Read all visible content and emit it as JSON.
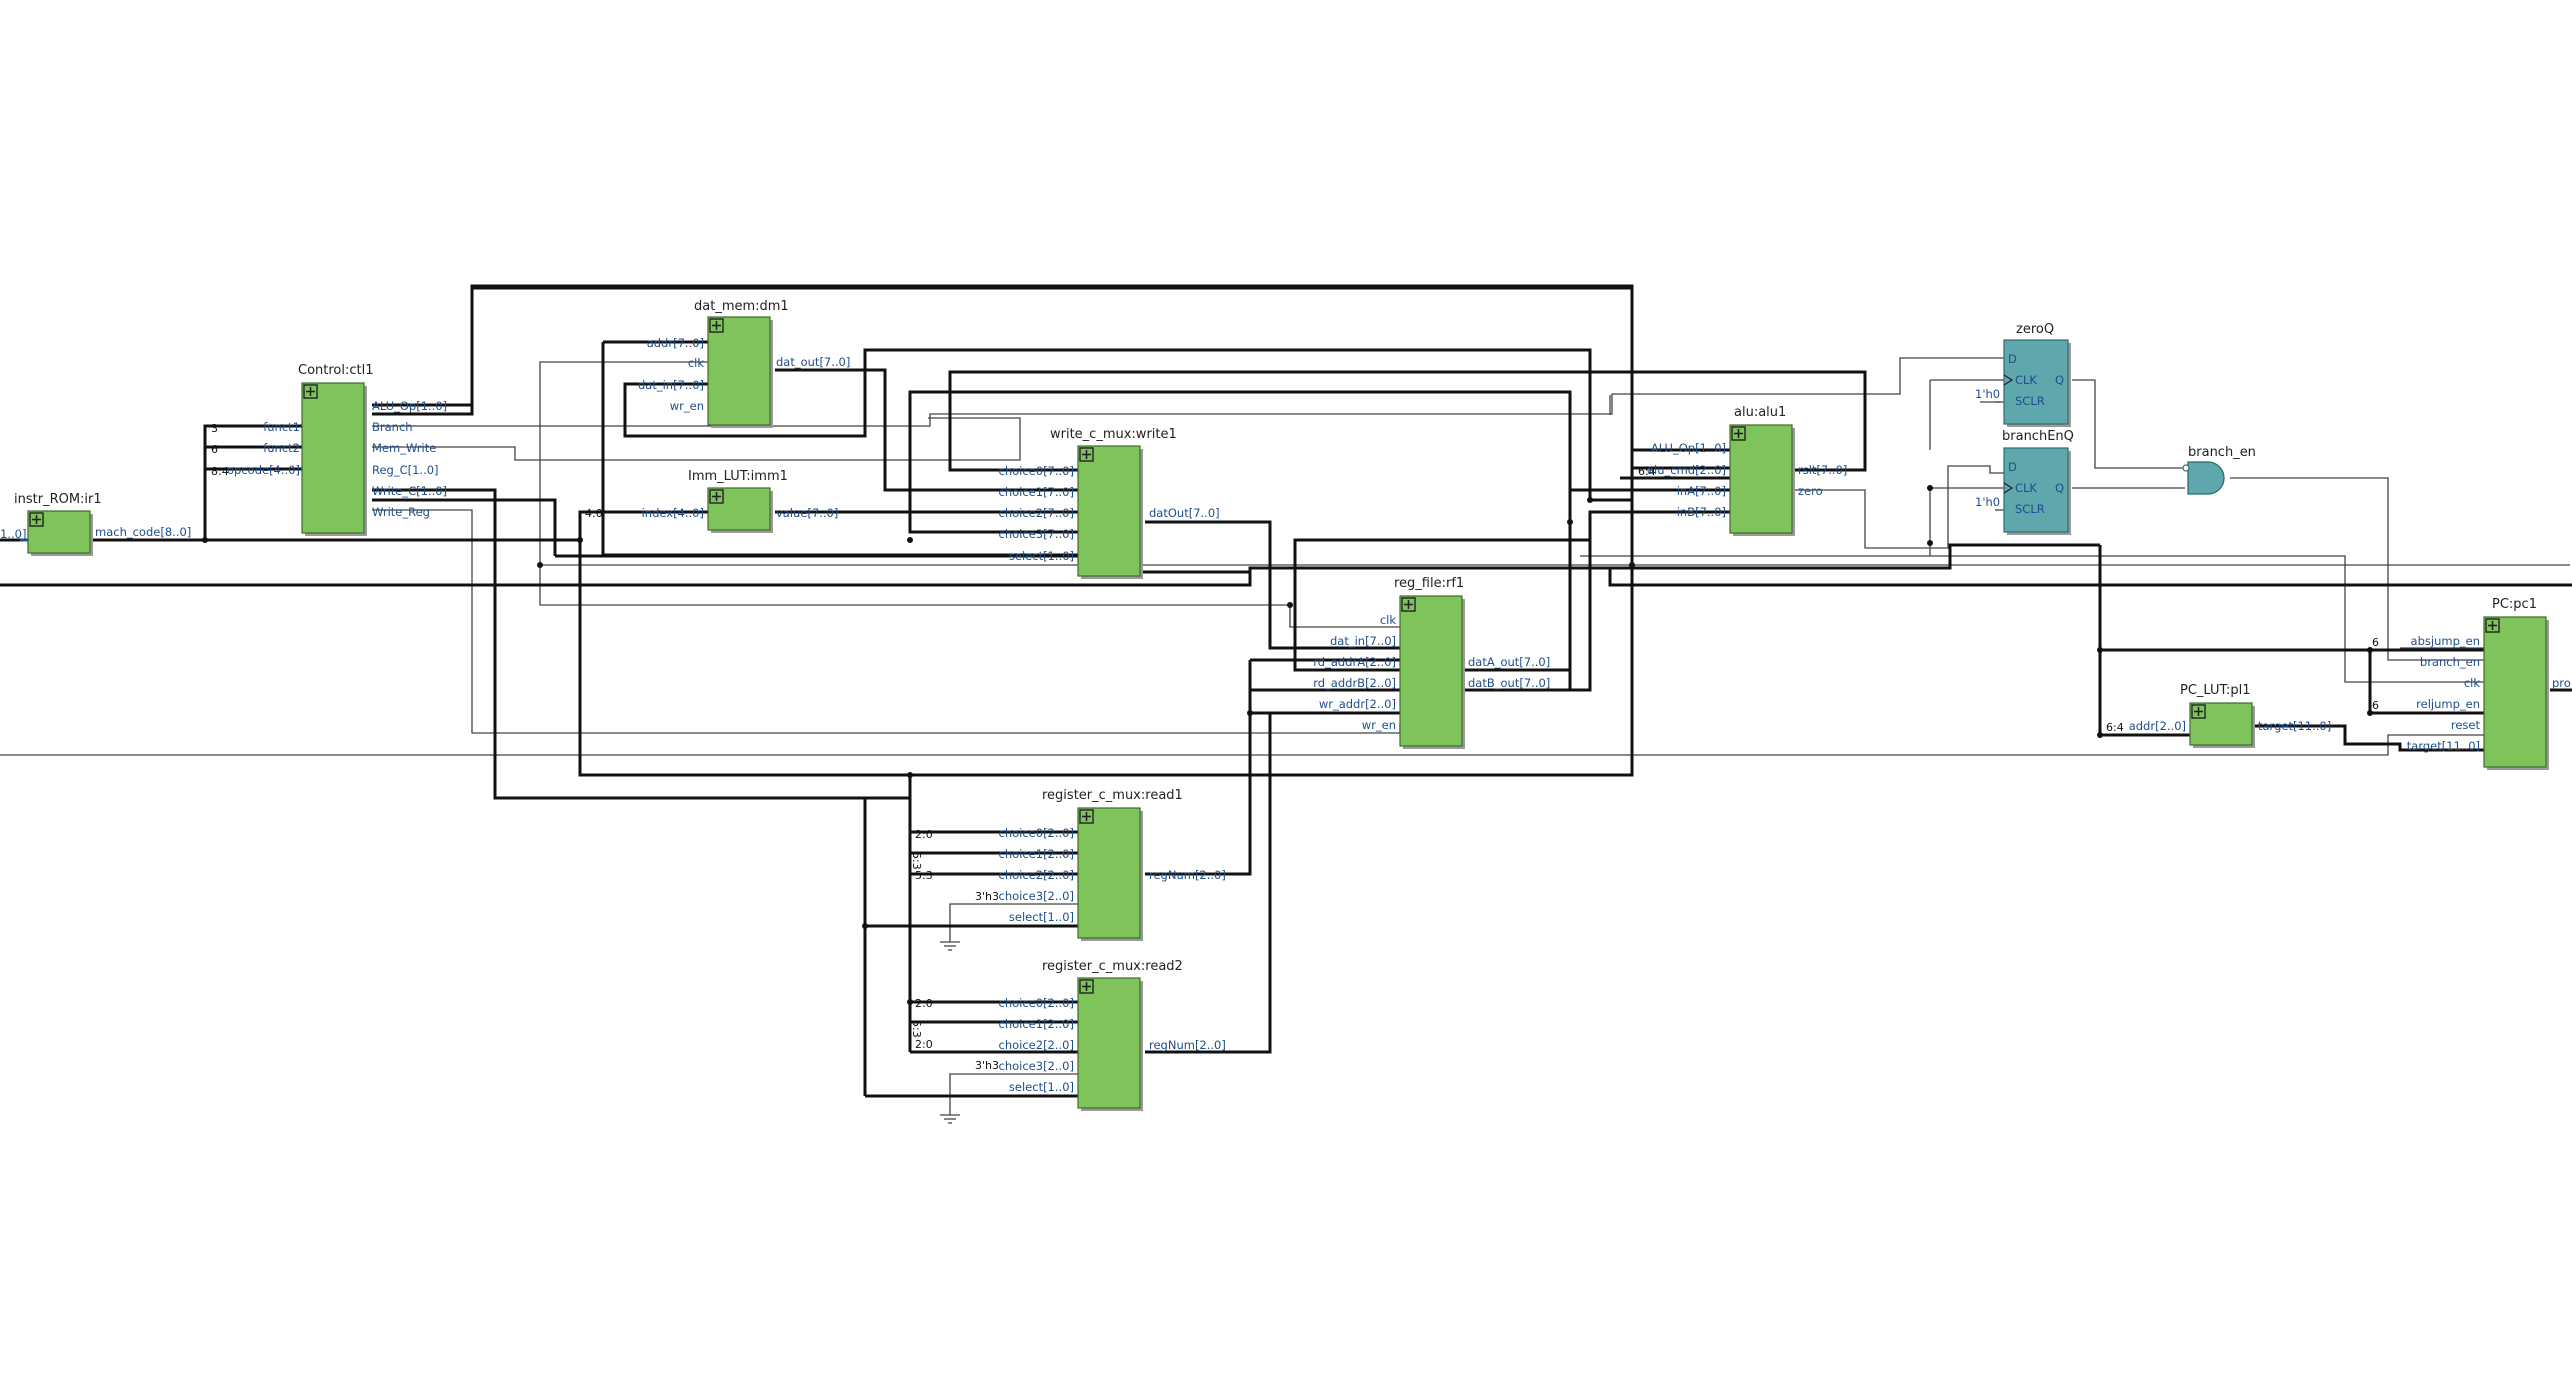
{
  "modules": {
    "ir1": {
      "title": "instr_ROM:ir1",
      "ports": {
        "in_partial": "1..0]",
        "mach_code": "mach_code[8..0]"
      }
    },
    "ctl1": {
      "title": "Control:ctl1",
      "ports": {
        "funct1": "funct1",
        "funct2": "funct2",
        "opcode": "opcode[4..0]",
        "alu_op": "ALU_Op[1..0]",
        "branch": "Branch",
        "mem_write": "Mem_Write",
        "reg_c": "Reg_C[1..0]",
        "write_c": "Write_C[1..0]",
        "write_reg": "Write_Reg"
      }
    },
    "dm1": {
      "title": "dat_mem:dm1",
      "ports": {
        "addr": "addr[7..0]",
        "clk": "clk",
        "dat_in": "dat_in[7..0]",
        "wr_en": "wr_en",
        "dat_out": "dat_out[7..0]"
      }
    },
    "imm1": {
      "title": "Imm_LUT:imm1",
      "ports": {
        "index": "index[4..0]",
        "value": "value[7..0]"
      }
    },
    "write1": {
      "title": "write_c_mux:write1",
      "ports": {
        "choice0": "choice0[7..0]",
        "choice1": "choice1[7..0]",
        "choice2": "choice2[7..0]",
        "choice3": "choice3[7..0]",
        "select": "select[1..0]",
        "datout": "datOut[7..0]"
      }
    },
    "alu1": {
      "title": "alu:alu1",
      "ports": {
        "alu_op": "ALU_Op[1..0]",
        "alu_cmd": "alu_cmd[2..0]",
        "ina": "inA[7..0]",
        "inb": "inB[7..0]",
        "rslt": "rslt[7..0]",
        "zero": "zero"
      }
    },
    "rf1": {
      "title": "reg_file:rf1",
      "ports": {
        "clk": "clk",
        "dat_in": "dat_in[7..0]",
        "rd_addra": "rd_addrA[2..0]",
        "rd_addrb": "rd_addrB[2..0]",
        "wr_addr": "wr_addr[2..0]",
        "wr_en": "wr_en",
        "data_out": "datA_out[7..0]",
        "datb_out": "datB_out[7..0]"
      }
    },
    "read1": {
      "title": "register_c_mux:read1",
      "ports": {
        "choice0": "choice0[2..0]",
        "choice1": "choice1[2..0]",
        "choice2": "choice2[2..0]",
        "choice3": "choice3[2..0]",
        "select": "select[1..0]",
        "regnum": "regNum[2..0]"
      }
    },
    "read2": {
      "title": "register_c_mux:read2",
      "ports": {
        "choice0": "choice0[2..0]",
        "choice1": "choice1[2..0]",
        "choice2": "choice2[2..0]",
        "choice3": "choice3[2..0]",
        "select": "select[1..0]",
        "regnum": "regNum[2..0]"
      }
    },
    "pl1": {
      "title": "PC_LUT:pl1",
      "ports": {
        "addr": "addr[2..0]",
        "target": "target[11..0]"
      }
    },
    "pc1": {
      "title": "PC:pc1",
      "ports": {
        "absjump_en": "absjump_en",
        "branch_en": "branch_en",
        "clk": "clk",
        "reljump_en": "reljump_en",
        "reset": "reset",
        "target": "target[11..0]",
        "prog_partial": "pro"
      }
    }
  },
  "registers": {
    "zeroq": {
      "title": "zeroQ",
      "d": "D",
      "clk": "CLK",
      "sclr": "SCLR",
      "q": "Q",
      "const": "1'h0"
    },
    "branchenq": {
      "title": "branchEnQ",
      "d": "D",
      "clk": "CLK",
      "sclr": "SCLR",
      "q": "Q",
      "const": "1'h0"
    }
  },
  "gates": {
    "branch_en": {
      "title": "branch_en"
    }
  },
  "bus_labels": {
    "funct1_w": "3",
    "funct2_w": "6",
    "opcode_sl": "8:4",
    "imm_sl": "4:0",
    "alu_cmd_sl": "6:4",
    "r1_c0": "2:0",
    "r1_c1": "5:3",
    "r1_c2": "5:3",
    "r1_const": "3'h3",
    "r2_c0": "2:0",
    "r2_c1": "5:3",
    "r2_c2": "2:0",
    "r2_const": "3'h3",
    "pc_abs_w": "6",
    "pc_rel_w": "6",
    "pl_sl": "6:4"
  }
}
